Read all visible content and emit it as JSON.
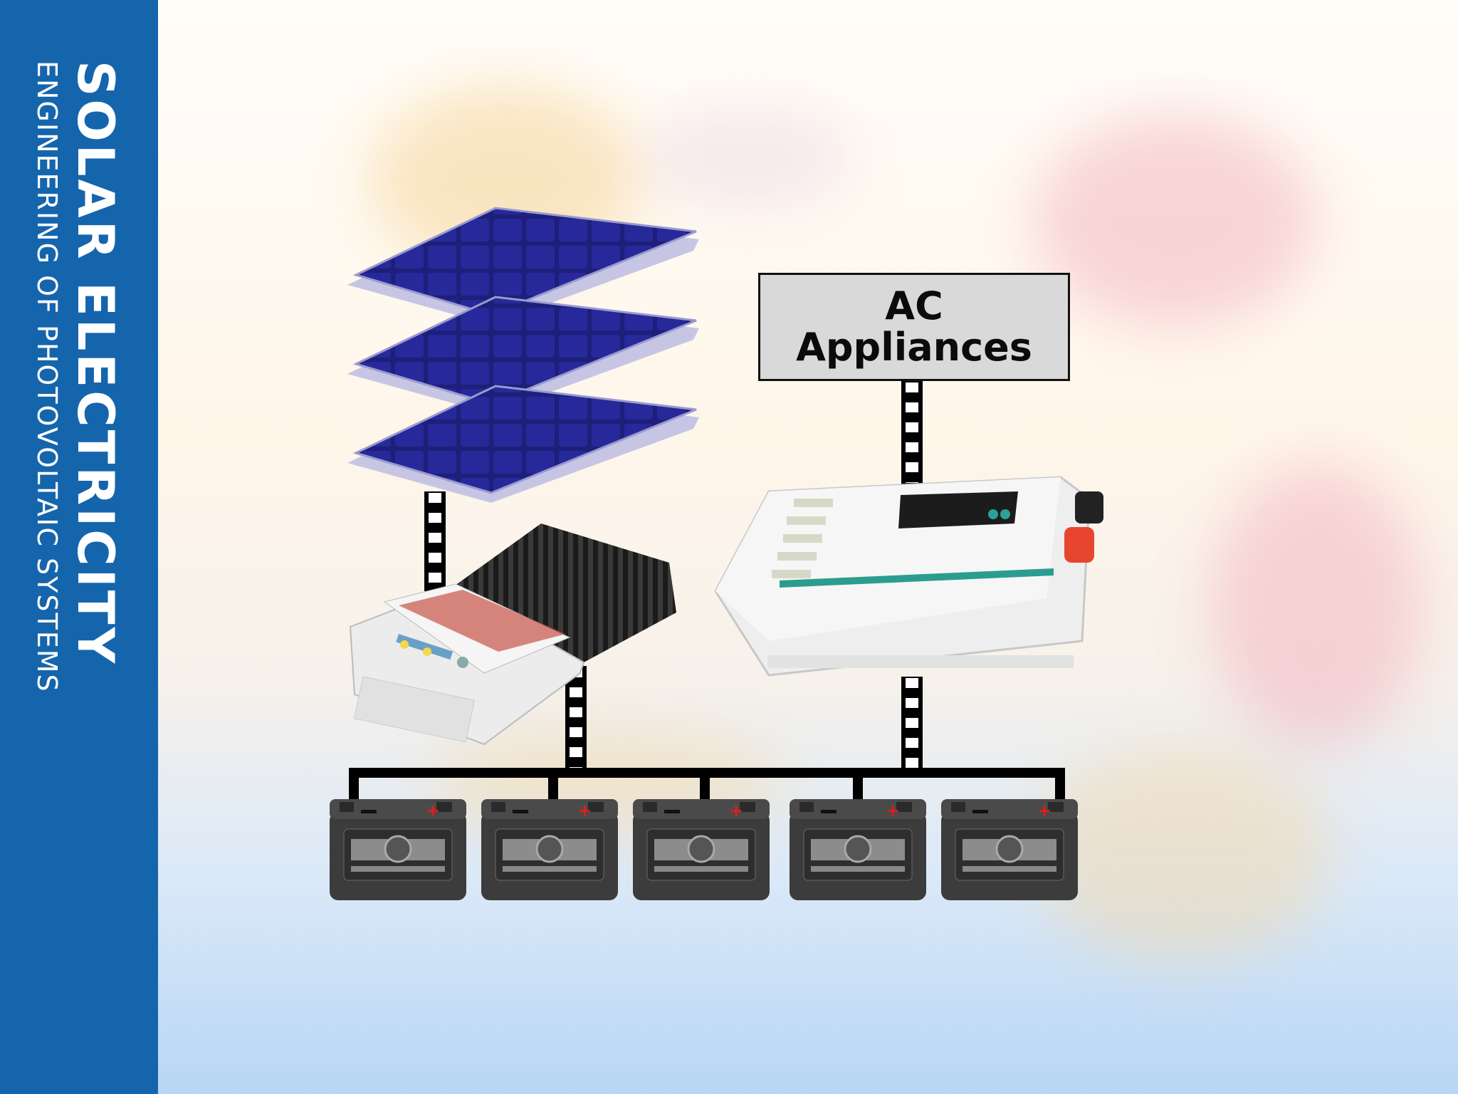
{
  "sidebar": {
    "title": "SOLAR ELECTRICITY",
    "subtitle": "ENGINEERING OF PHOTOVOLTAIC SYSTEMS"
  },
  "diagram": {
    "ac_label_line1": "AC",
    "ac_label_line2": "Appliances",
    "panel_count": 3,
    "battery_count": 5
  },
  "colors": {
    "sidebar": "#1565ad",
    "panel": "#1d1f7a",
    "battery": "#3c3c3c",
    "wire": "#000000",
    "positive": "#e11d1d"
  },
  "icons": [
    "solar-panel-icon",
    "charge-controller-icon",
    "inverter-icon",
    "battery-icon"
  ]
}
